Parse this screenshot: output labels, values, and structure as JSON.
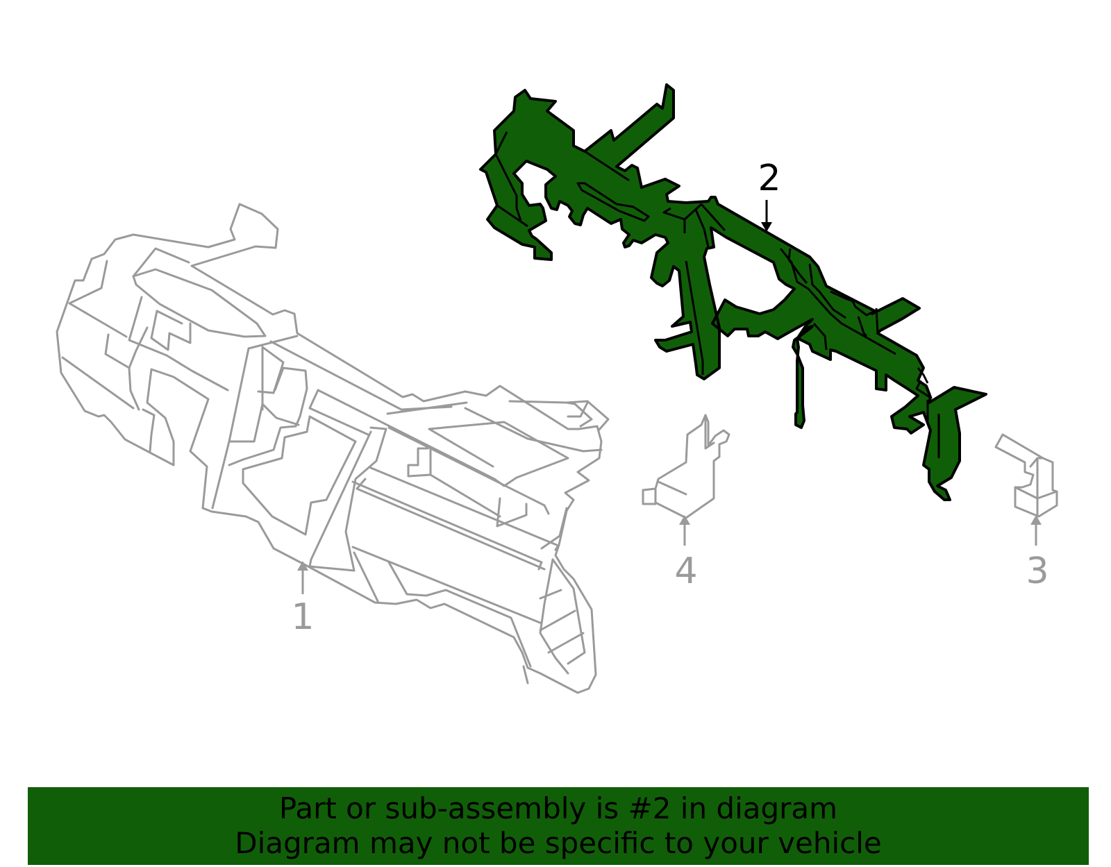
{
  "parts": [
    {
      "number": "1",
      "name": "instrument-panel",
      "highlighted": false
    },
    {
      "number": "2",
      "name": "reinforcement-beam",
      "highlighted": true
    },
    {
      "number": "3",
      "name": "bracket-right",
      "highlighted": false
    },
    {
      "number": "4",
      "name": "bracket-left",
      "highlighted": false
    }
  ],
  "banner": {
    "line1": "Part or sub-assembly is #2 in diagram",
    "line2": "Diagram may not be specific to your vehicle"
  },
  "colors": {
    "highlight": "#115e09",
    "outline_highlight": "#000000",
    "outline_other": "#9a9a9a",
    "label_highlight": "#000000",
    "label_other": "#9a9a9a",
    "banner_bg": "#115e09"
  }
}
